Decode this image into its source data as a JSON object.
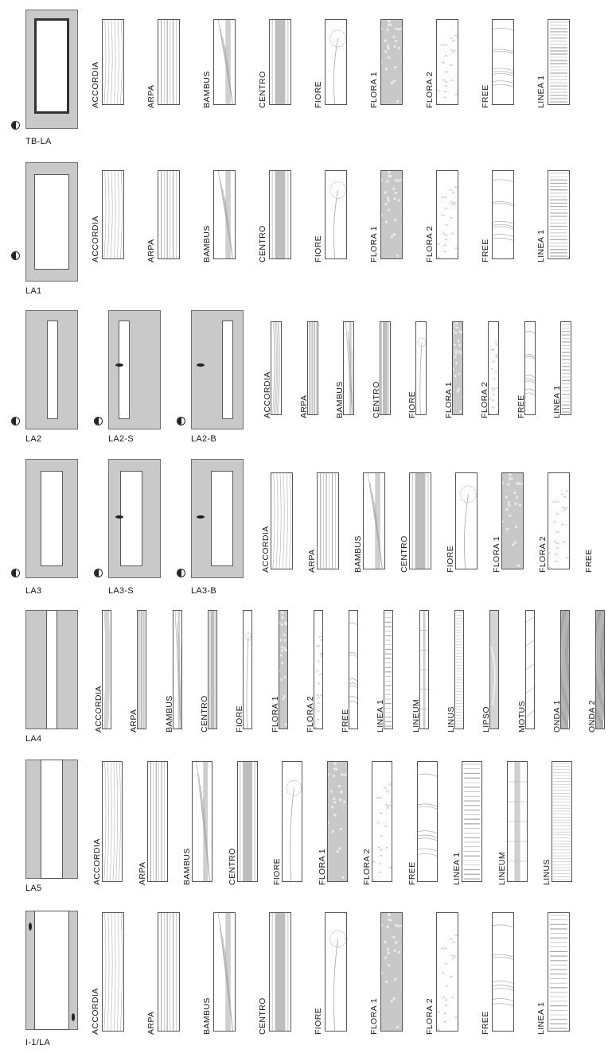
{
  "sections": [
    {
      "doors": [
        "TB-LA"
      ],
      "patterns": [
        "ACCORDIA",
        "ARPA",
        "BAMBUS",
        "CENTRO",
        "FIORE",
        "FLORA 1",
        "FLORA 2",
        "FREE",
        "LINEA 1"
      ]
    },
    {
      "doors": [
        "LA1"
      ],
      "patterns": [
        "ACCORDIA",
        "ARPA",
        "BAMBUS",
        "CENTRO",
        "FIORE",
        "FLORA 1",
        "FLORA 2",
        "FREE",
        "LINEA 1"
      ]
    },
    {
      "doors": [
        "LA2",
        "LA2-S",
        "LA2-B"
      ],
      "patterns": [
        "ACCORDIA",
        "ARPA",
        "BAMBUS",
        "CENTRO",
        "FIORE",
        "FLORA 1",
        "FLORA 2",
        "FREE",
        "LINEA 1"
      ]
    },
    {
      "doors": [
        "LA3",
        "LA3-S",
        "LA3-B"
      ],
      "patterns": [
        "ACCORDIA",
        "ARPA",
        "BAMBUS",
        "CENTRO",
        "FIORE",
        "FLORA 1",
        "FLORA 2",
        "FREE"
      ]
    },
    {
      "doors": [
        "LA4"
      ],
      "patterns": [
        "ACCORDIA",
        "ARPA",
        "BAMBUS",
        "CENTRO",
        "FIORE",
        "FLORA 1",
        "FLORA 2",
        "FREE",
        "LINEA 1",
        "LINEUM",
        "LINUS",
        "LIPSO",
        "MOTUS",
        "ONDA 1",
        "ONDA 2"
      ]
    },
    {
      "doors": [
        "LA5"
      ],
      "patterns": [
        "ACCORDIA",
        "ARPA",
        "BAMBUS",
        "CENTRO",
        "FIORE",
        "FLORA 1",
        "FLORA 2",
        "FREE",
        "LINEA 1",
        "LINEUM",
        "LINUS"
      ]
    },
    {
      "doors": [
        "I-1/LA"
      ],
      "patterns": [
        "ACCORDIA",
        "ARPA",
        "BAMBUS",
        "CENTRO",
        "FIORE",
        "FLORA 1",
        "FLORA 2",
        "FREE",
        "LINEA 1"
      ]
    }
  ],
  "icons": {
    "opening": "half-circle-icon"
  }
}
